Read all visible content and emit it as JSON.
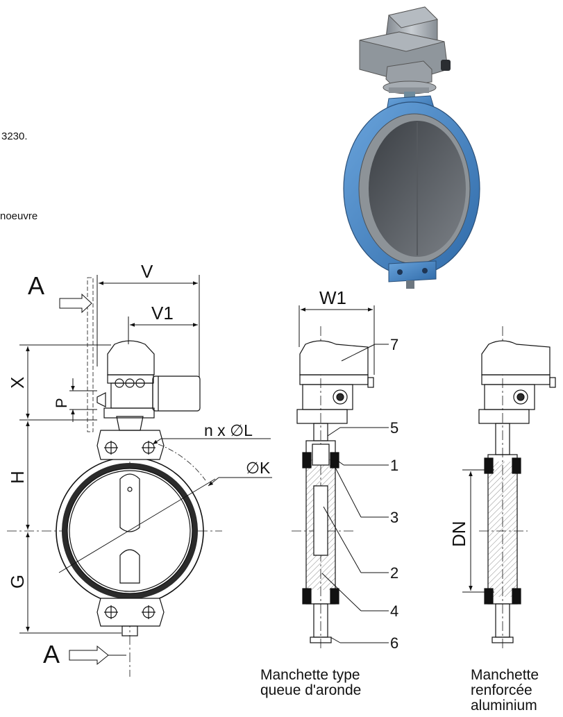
{
  "text_fragments": {
    "standard": "3230.",
    "operation": "noeuvre"
  },
  "dimensions": {
    "section_label": "A",
    "V": "V",
    "V1": "V1",
    "W1": "W1",
    "X": "X",
    "P": "P",
    "H": "H",
    "G": "G",
    "bolts": "n x ∅L",
    "pcd": "∅K",
    "DN": "DN"
  },
  "part_numbers": [
    "1",
    "2",
    "3",
    "4",
    "5",
    "6",
    "7"
  ],
  "captions": {
    "dovetail": {
      "line1": "Manchette type",
      "line2": "queue d'aronde"
    },
    "reinforced": {
      "line1": "Manchette",
      "line2": "renforcée",
      "line3": "aluminium"
    }
  },
  "colors": {
    "body_blue": "#4a86c6",
    "actuator_grey": "#9ea4aa",
    "line": "#111111"
  }
}
